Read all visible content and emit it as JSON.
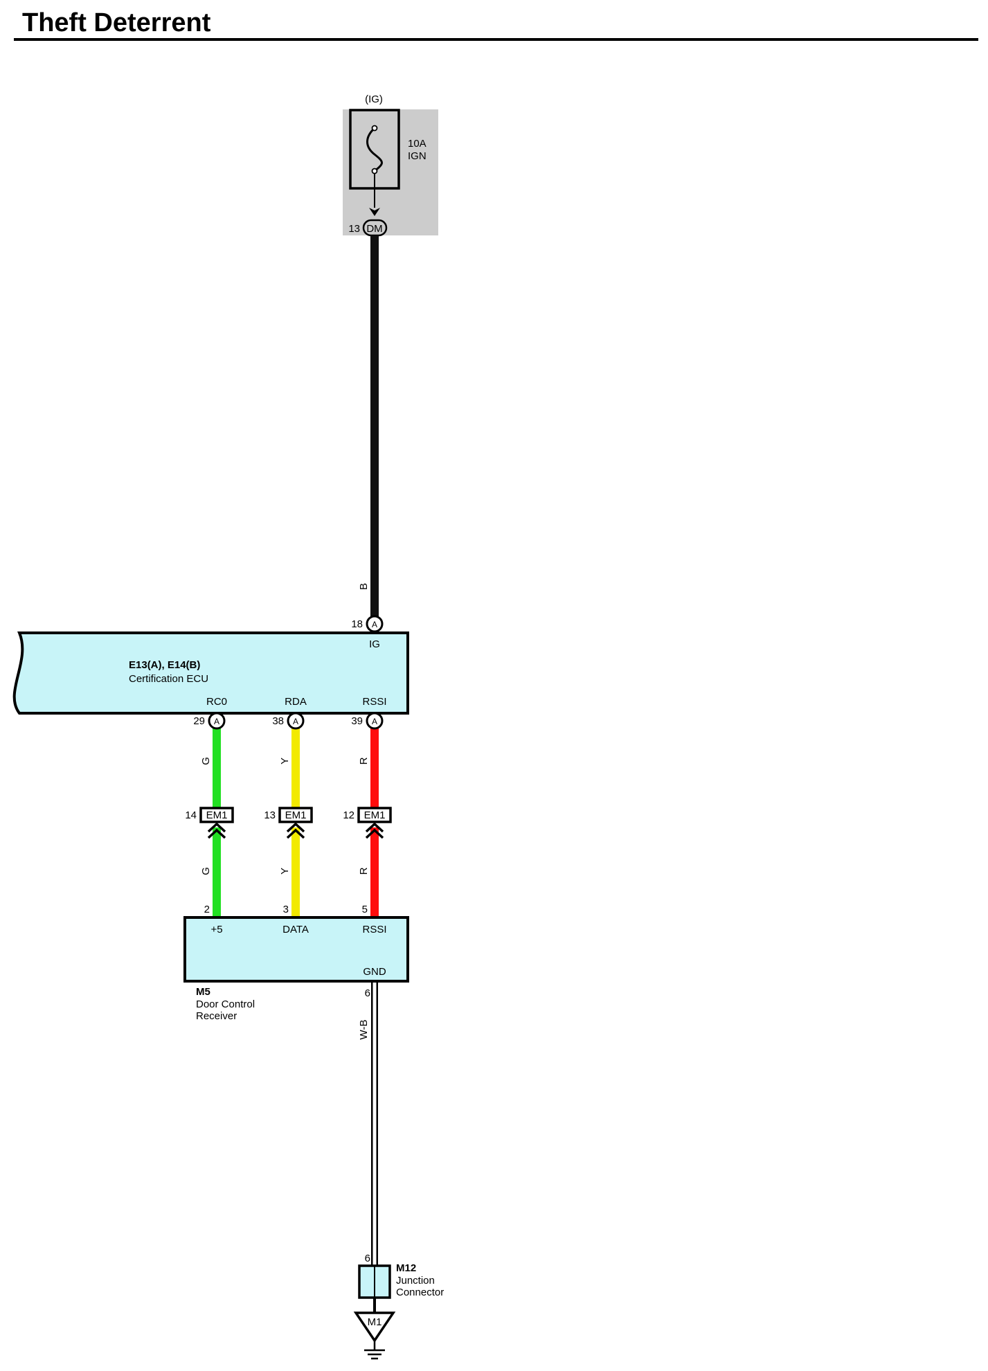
{
  "page": {
    "title": "Theft Deterrent"
  },
  "fuse": {
    "source": "(IG)",
    "rating": "10A",
    "name": "IGN",
    "out_pin": "13",
    "out_connector": "DM"
  },
  "wires": {
    "ign": {
      "color_code": "B",
      "color": "#111111"
    },
    "rc0": {
      "color_code": "G",
      "color": "#22e022"
    },
    "rda": {
      "color_code": "Y",
      "color": "#f2ea00"
    },
    "rssi": {
      "color_code": "R",
      "color": "#ff0d0d"
    },
    "gnd": {
      "color_code": "W-B",
      "color": "#ffffff"
    }
  },
  "ecu": {
    "codes": "E13(A), E14(B)",
    "name": "Certification ECU",
    "fill": "#c8f4f8",
    "pins": {
      "ig": {
        "num": "18",
        "connector": "A",
        "label": "IG"
      },
      "rc0": {
        "num": "29",
        "connector": "A",
        "label": "RC0"
      },
      "rda": {
        "num": "38",
        "connector": "A",
        "label": "RDA"
      },
      "rssi": {
        "num": "39",
        "connector": "A",
        "label": "RSSI"
      }
    }
  },
  "inline_connectors": [
    {
      "pin": "14",
      "code": "EM1"
    },
    {
      "pin": "13",
      "code": "EM1"
    },
    {
      "pin": "12",
      "code": "EM1"
    }
  ],
  "receiver": {
    "code": "M5",
    "name_line1": "Door Control",
    "name_line2": "Receiver",
    "pins": {
      "p5v": {
        "num": "2",
        "label": "+5"
      },
      "data": {
        "num": "3",
        "label": "DATA"
      },
      "rssi": {
        "num": "5",
        "label": "RSSI"
      },
      "gnd": {
        "num": "6",
        "label": "GND"
      }
    }
  },
  "junction": {
    "code": "M12",
    "name_line1": "Junction",
    "name_line2": "Connector",
    "pin": "6"
  },
  "ground": {
    "code": "M1"
  }
}
